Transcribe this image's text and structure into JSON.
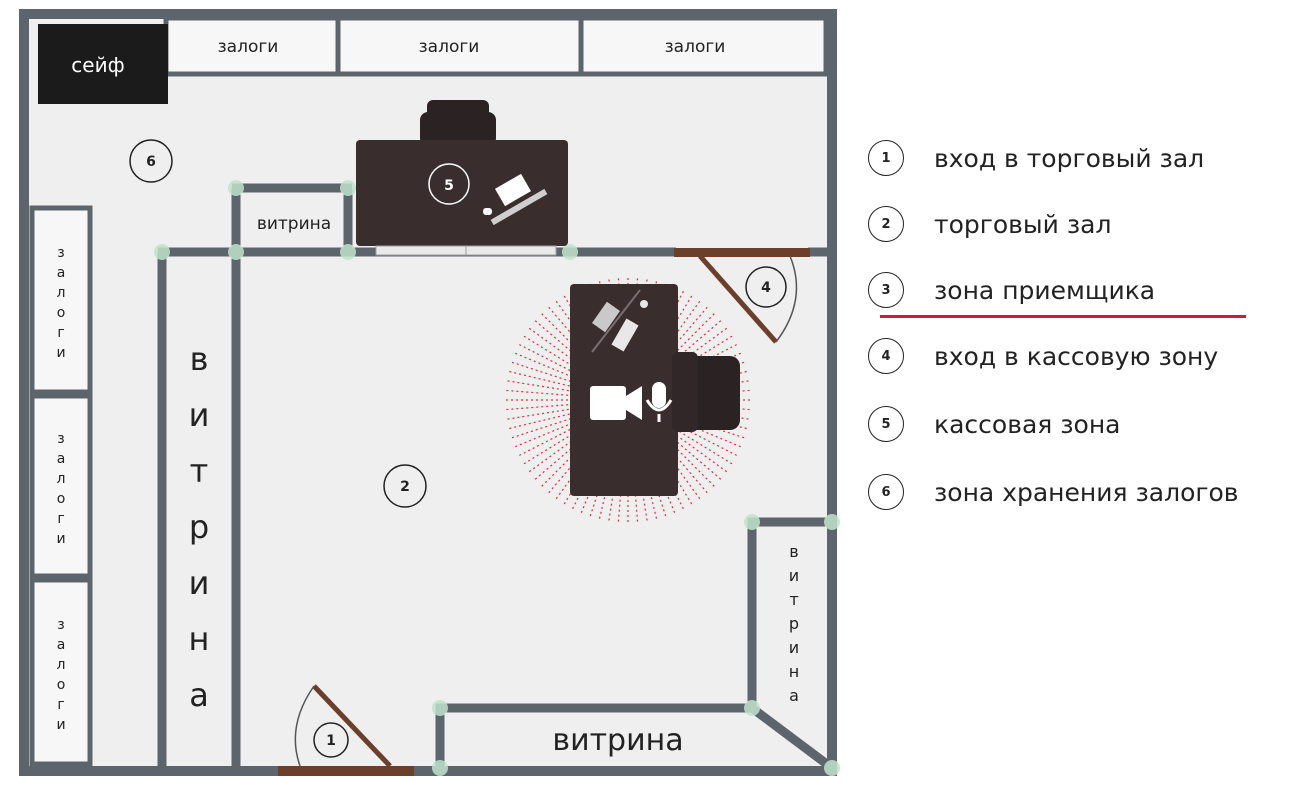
{
  "plan": {
    "safe_label": "сейф",
    "shelf_top_1": "залоги",
    "shelf_top_2": "залоги",
    "shelf_top_3": "залоги",
    "shelf_left_1": [
      "з",
      "а",
      "л",
      "о",
      "г",
      "и"
    ],
    "shelf_left_2": [
      "з",
      "а",
      "л",
      "о",
      "г",
      "и"
    ],
    "shelf_left_3": [
      "з",
      "а",
      "л",
      "о",
      "г",
      "и"
    ],
    "vitrina_small": "витрина",
    "vitrina_big_vertical": [
      "в",
      "и",
      "т",
      "р",
      "и",
      "н",
      "а"
    ],
    "vitrina_right_vertical": [
      "в",
      "и",
      "т",
      "р",
      "и",
      "н",
      "а"
    ],
    "vitrina_bottom": "витрина",
    "marker_1": "1",
    "marker_2": "2",
    "marker_4": "4",
    "marker_5": "5",
    "marker_6": "6"
  },
  "legend": {
    "items": [
      {
        "num": "1",
        "text": "вход в торговый зал"
      },
      {
        "num": "2",
        "text": "торговый зал"
      },
      {
        "num": "3",
        "text": "зона приемщика"
      },
      {
        "num": "4",
        "text": "вход в кассовую зону"
      },
      {
        "num": "5",
        "text": "кассовая зона"
      },
      {
        "num": "6",
        "text": "зона хранения залогов"
      }
    ],
    "highlight_color": "#c8202c"
  },
  "colors": {
    "wall": "#5d656c",
    "floor": "#efefef",
    "furniture": "#3a2d2e",
    "door": "#6b3f2a",
    "coverage": "#e0303a",
    "joint": "#bfe3cc"
  },
  "icons": {
    "camera": "video-camera-icon",
    "microphone": "microphone-icon"
  }
}
